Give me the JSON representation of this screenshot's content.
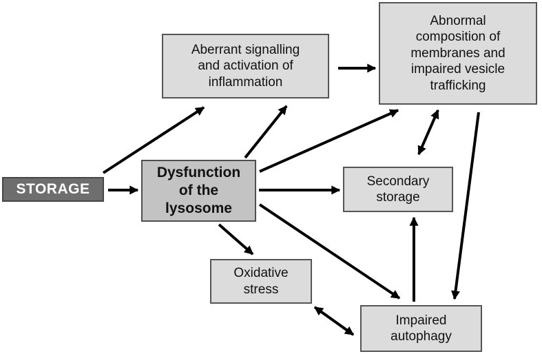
{
  "diagram": {
    "title": "",
    "background_color": "#ffffff",
    "arrow_color": "#000000",
    "border_color": "#555555",
    "nodes": {
      "storage": {
        "label": "STORAGE",
        "fill": "#6e6e6e",
        "text_color": "#ffffff",
        "emphasis": "bold"
      },
      "dysfunction": {
        "label": "Dysfunction\nof the\nlysosome",
        "fill": "#c3c3c3",
        "text_color": "#111111",
        "emphasis": "bold"
      },
      "aberrant": {
        "label": "Aberrant signalling\nand activation of\ninflammation",
        "fill": "#dcdcdc",
        "text_color": "#111111",
        "emphasis": "regular"
      },
      "abnormal": {
        "label": "Abnormal\ncomposition of\nmembranes and\nimpaired vesicle\ntrafficking",
        "fill": "#dcdcdc",
        "text_color": "#111111",
        "emphasis": "regular"
      },
      "secondary": {
        "label": "Secondary\nstorage",
        "fill": "#dcdcdc",
        "text_color": "#111111",
        "emphasis": "regular"
      },
      "oxidative": {
        "label": "Oxidative\nstress",
        "fill": "#dcdcdc",
        "text_color": "#111111",
        "emphasis": "regular"
      },
      "impaired": {
        "label": "Impaired\nautophagy",
        "fill": "#dcdcdc",
        "text_color": "#111111",
        "emphasis": "regular"
      }
    },
    "edges": [
      {
        "from": "storage",
        "to": "aberrant",
        "bidirectional": false
      },
      {
        "from": "storage",
        "to": "dysfunction",
        "bidirectional": false
      },
      {
        "from": "dysfunction",
        "to": "aberrant",
        "bidirectional": false
      },
      {
        "from": "dysfunction",
        "to": "abnormal",
        "bidirectional": false
      },
      {
        "from": "aberrant",
        "to": "abnormal",
        "bidirectional": false
      },
      {
        "from": "dysfunction",
        "to": "secondary",
        "bidirectional": false
      },
      {
        "from": "dysfunction",
        "to": "oxidative",
        "bidirectional": false
      },
      {
        "from": "dysfunction",
        "to": "impaired",
        "bidirectional": false
      },
      {
        "from": "abnormal",
        "to": "secondary",
        "bidirectional": true
      },
      {
        "from": "abnormal",
        "to": "impaired",
        "bidirectional": false
      },
      {
        "from": "impaired",
        "to": "secondary",
        "bidirectional": false
      },
      {
        "from": "oxidative",
        "to": "impaired",
        "bidirectional": true
      }
    ]
  }
}
